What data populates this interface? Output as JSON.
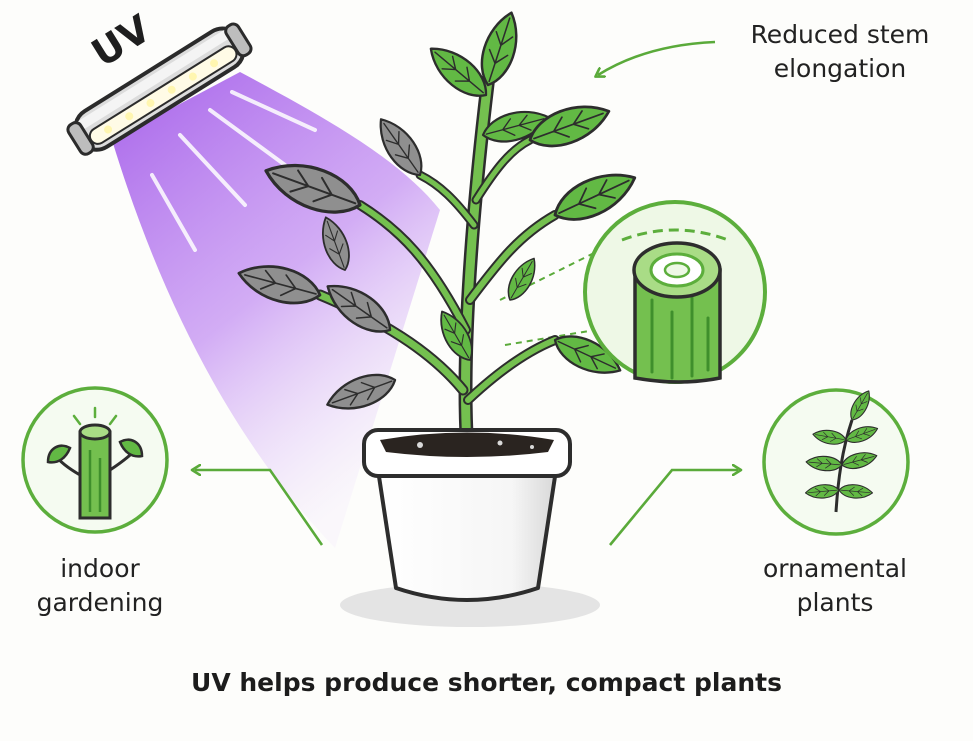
{
  "lamp": {
    "text": "UV",
    "colors": {
      "beam": "#b070ee",
      "body": "#dcdcdc",
      "outline": "#2b2b2b",
      "bulb": "#fffbe6"
    }
  },
  "callouts": {
    "stem": {
      "line1": "Reduced stem",
      "line2": "elongation"
    },
    "indoor": {
      "line1": "indoor",
      "line2": "gardening"
    },
    "ornamental": {
      "line1": "ornamental",
      "line2": "plants"
    }
  },
  "caption": "UV helps produce shorter, compact plants",
  "icons": {
    "lamp": "uv-lamp-icon",
    "plant": "potted-plant-icon",
    "stem_zoom": "stem-cross-section-icon",
    "indoor": "cut-stem-sprout-icon",
    "ornamental": "leafy-branch-icon"
  },
  "colors": {
    "leaf": "#62b944",
    "leaf_dark": "#3f8f2c",
    "stem": "#74c04f",
    "outline": "#2d2d2d",
    "pot": "#ffffff",
    "soil": "#2a2420",
    "circle_ring": "#5cae3c",
    "arrow": "#5aaa3a"
  }
}
